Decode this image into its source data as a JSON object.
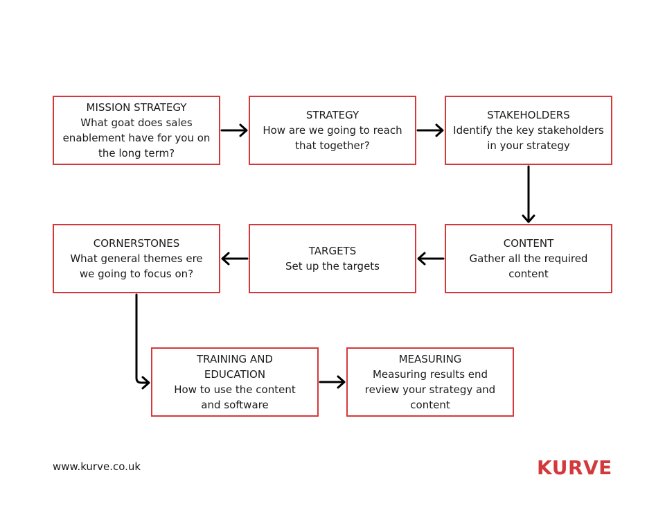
{
  "steps": {
    "mission_strategy": {
      "title": "MISSION STRATEGY",
      "desc": "What goat does sales enablement have for you on the long term?"
    },
    "strategy": {
      "title": "STRATEGY",
      "desc": "How are we going to reach that together?"
    },
    "stakeholders": {
      "title": "STAKEHOLDERS",
      "desc": "Identify the key stakeholders in your strategy"
    },
    "content": {
      "title": "CONTENT",
      "desc": "Gather all the required content"
    },
    "targets": {
      "title": "TARGETS",
      "desc": "Set up the targets"
    },
    "cornerstones": {
      "title": "CORNERSTONES",
      "desc": "What general themes ere we going to focus on?"
    },
    "training": {
      "title": "TRAINING AND EDUCATION",
      "desc": "How to use the content and software"
    },
    "measuring": {
      "title": "MEASURING",
      "desc": "Measuring results end review your strategy and content"
    }
  },
  "footer": {
    "url": "www.kurve.co.uk",
    "logo": "KURVE"
  },
  "colors": {
    "border": "#d3393c",
    "arrow": "#000000",
    "logo": "#d3393c"
  }
}
